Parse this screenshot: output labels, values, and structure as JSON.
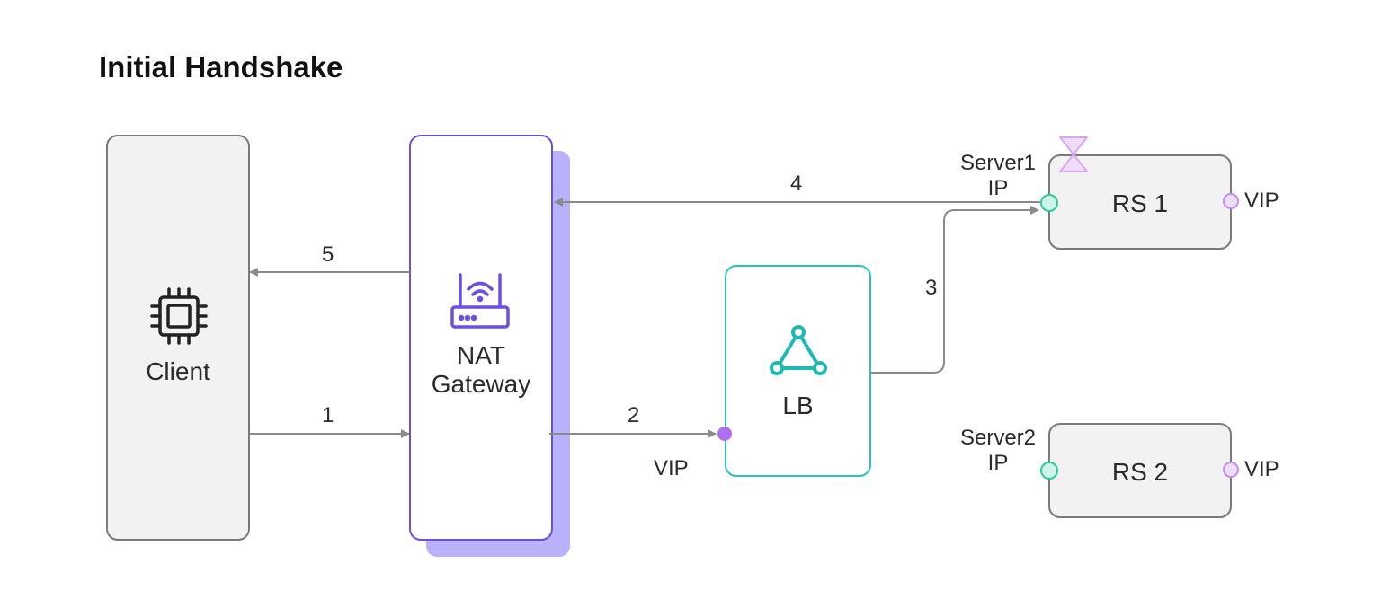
{
  "title": "Initial Handshake",
  "nodes": {
    "client": {
      "label": "Client",
      "icon": "cpu-chip-icon"
    },
    "nat_gateway": {
      "label_line1": "NAT",
      "label_line2": "Gateway",
      "icon": "wifi-router-icon"
    },
    "lb": {
      "label": "LB",
      "icon": "load-balancer-triangle-icon"
    },
    "rs1": {
      "label": "RS 1",
      "ip_label_line1": "Server1",
      "ip_label_line2": "IP",
      "vip_label": "VIP"
    },
    "rs2": {
      "label": "RS 2",
      "ip_label_line1": "Server2",
      "ip_label_line2": "IP",
      "vip_label": "VIP"
    }
  },
  "arrows": [
    {
      "id": "1",
      "label": "1"
    },
    {
      "id": "2",
      "label": "2",
      "port_label": "VIP"
    },
    {
      "id": "3",
      "label": "3"
    },
    {
      "id": "4",
      "label": "4"
    },
    {
      "id": "5",
      "label": "5"
    }
  ],
  "colors": {
    "client_border": "#7a7a7a",
    "client_fill": "#f2f2f2",
    "nat_border": "#6a4fe0",
    "nat_shadow": "#b9b1fb",
    "lb_border": "#2cc3bd",
    "lb_icon": "#1fb9b4",
    "rs_border": "#7a7a7a",
    "rs_fill": "#f2f2f2",
    "arrow": "#8a8a8a",
    "ip_port": "#2fc9a0",
    "ip_port_fill": "#cdf5e7",
    "vip_port": "#c38df0",
    "vip_port_fill": "#eedcfb",
    "vip_dot": "#b06ef0",
    "hourglass": "#d9a6f2"
  }
}
